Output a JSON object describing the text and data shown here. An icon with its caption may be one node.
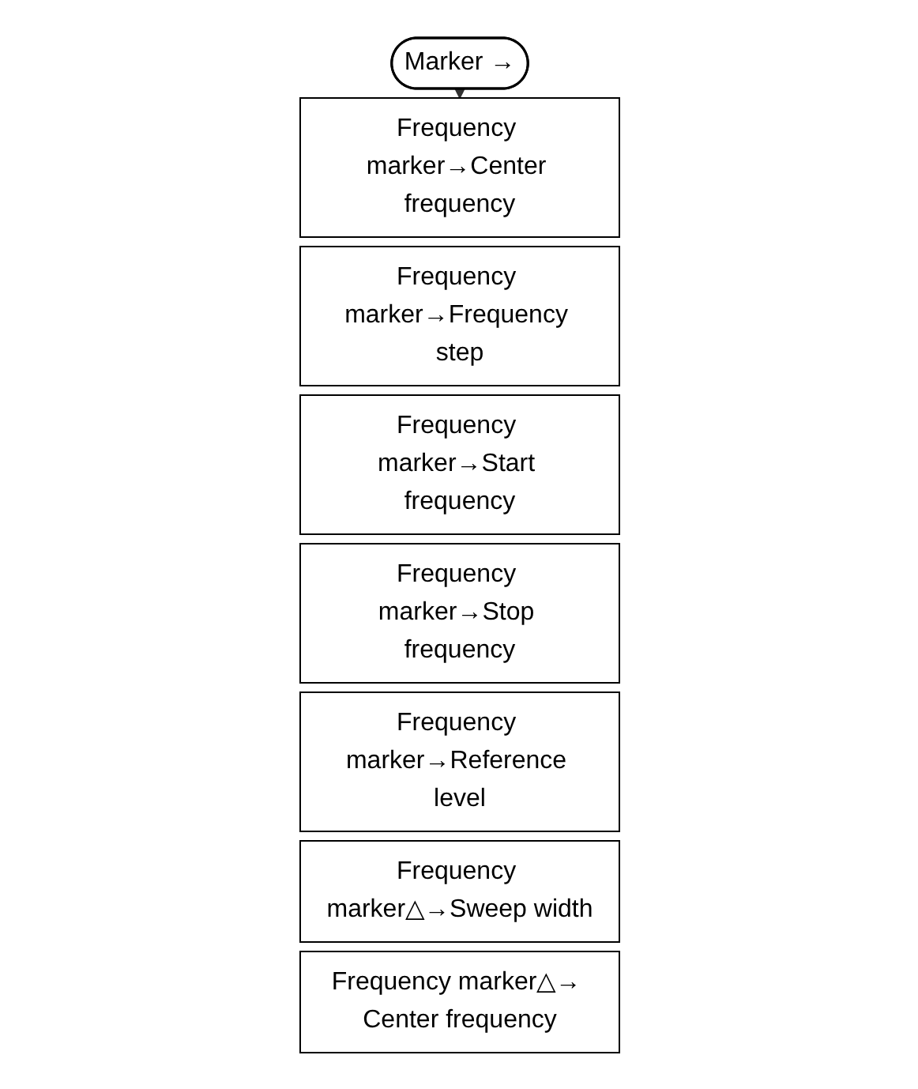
{
  "diagram": {
    "nodes": [
      {
        "text": [
          "Marker →"
        ]
      },
      {
        "text": [
          "Frequency marker→Center frequency"
        ]
      },
      {
        "text": [
          "Frequency marker→Frequency step"
        ]
      },
      {
        "text": [
          "Frequency marker→Start frequency"
        ]
      },
      {
        "text": [
          "Frequency marker→Stop frequency"
        ]
      },
      {
        "text": [
          "Frequency marker→Reference level"
        ]
      },
      {
        "text": [
          "Frequency marker△→Sweep width"
        ]
      },
      {
        "text": [
          "Frequency marker△→ Center frequency"
        ]
      }
    ],
    "edges": [
      {
        "from": 0,
        "to": 1,
        "arrow": "to"
      }
    ]
  }
}
